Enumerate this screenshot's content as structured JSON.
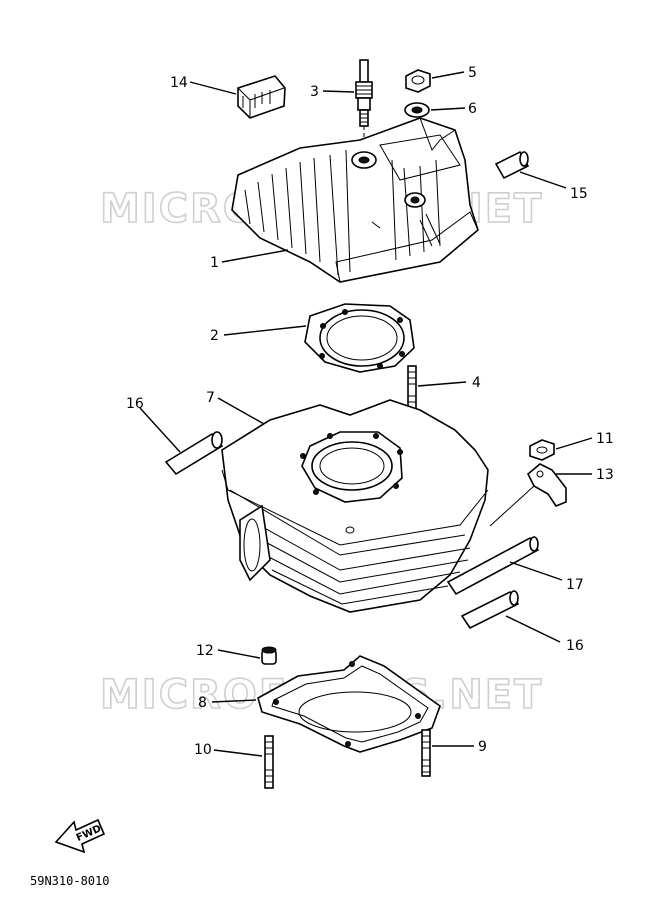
{
  "watermark_top": "MICROFICHES.NET",
  "watermark_bottom": "MICROFICHES.NET",
  "fwd_label": "FWD",
  "diagram_code": "59N310-8010",
  "callouts": {
    "c1": "1",
    "c2": "2",
    "c3": "3",
    "c4": "4",
    "c5": "5",
    "c6": "6",
    "c7": "7",
    "c8": "8",
    "c9": "9",
    "c10": "10",
    "c11": "11",
    "c12": "12",
    "c13": "13",
    "c14": "14",
    "c15": "15",
    "c16a": "16",
    "c16b": "16",
    "c17": "17"
  }
}
